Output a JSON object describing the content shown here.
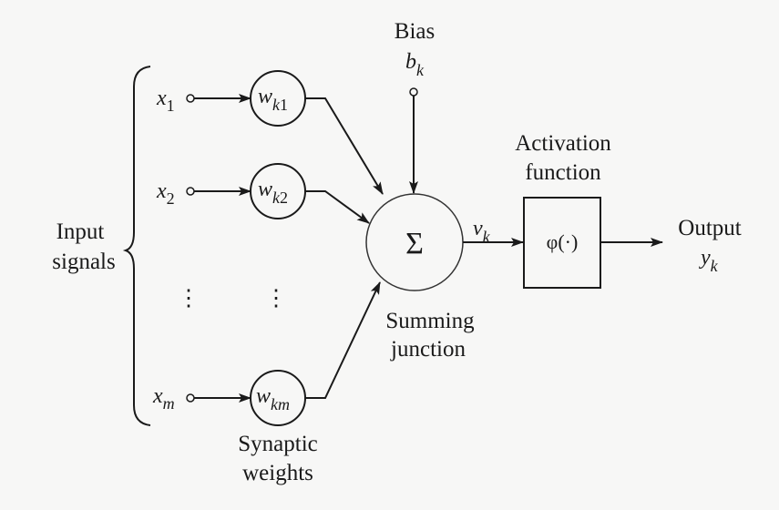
{
  "diagram": {
    "title": "Nonlinear model of a neuron",
    "input_label_line1": "Input",
    "input_label_line2": "signals",
    "inputs": [
      {
        "var": "x",
        "sub": "1",
        "weight_var": "w",
        "weight_sub_k": "k",
        "weight_sub_i": "1"
      },
      {
        "var": "x",
        "sub": "2",
        "weight_var": "w",
        "weight_sub_k": "k",
        "weight_sub_i": "2"
      },
      {
        "var": "x",
        "sub": "m",
        "weight_var": "w",
        "weight_sub_k": "k",
        "weight_sub_i": "m"
      }
    ],
    "ellipsis": "⋮",
    "synaptic_label_line1": "Synaptic",
    "synaptic_label_line2": "weights",
    "bias_label": "Bias",
    "bias_var": "b",
    "bias_sub": "k",
    "summing_symbol": "Σ",
    "summing_label_line1": "Summing",
    "summing_label_line2": "junction",
    "induced_field_var": "v",
    "induced_field_sub": "k",
    "activation_label_line1": "Activation",
    "activation_label_line2": "function",
    "activation_symbol": "φ(·)",
    "output_label": "Output",
    "output_var": "y",
    "output_sub": "k"
  }
}
